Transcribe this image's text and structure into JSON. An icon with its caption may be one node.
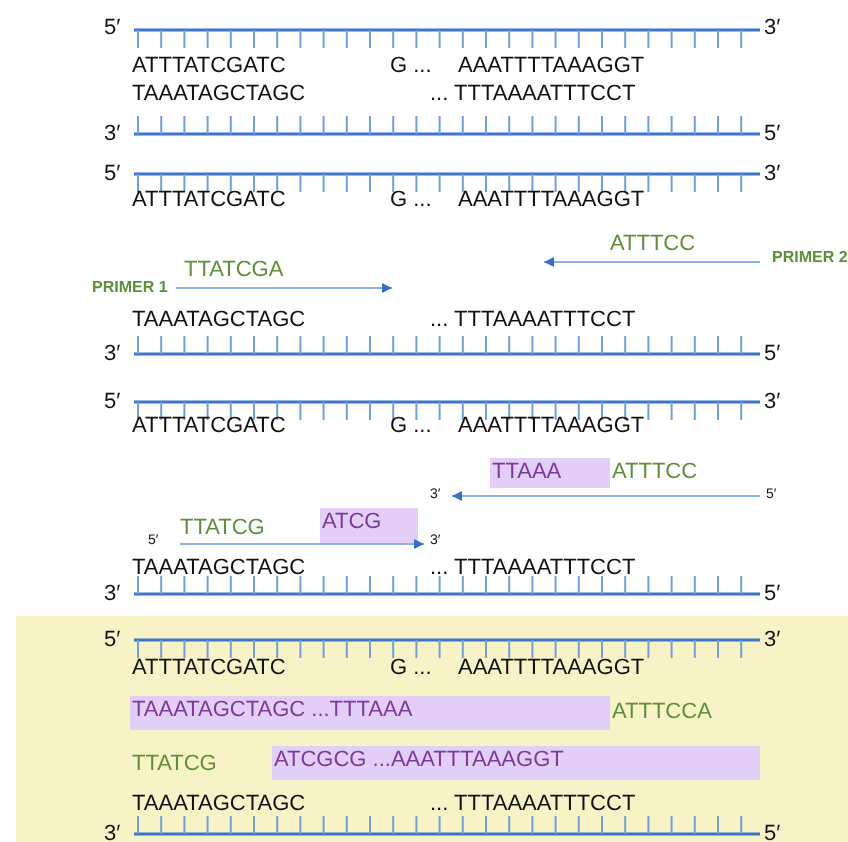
{
  "diagram": {
    "nodes": [
      {
        "text": [],
        "shape": "box"
      },
      {
        "text": [
          "TTAAA"
        ]
      },
      {
        "text": [
          "ATCG"
        ]
      },
      {
        "text": [
          "TAAATAGCTAGC ...TTTAAA"
        ],
        "in": 0
      },
      {
        "text": [
          "ATCGCG ...AAATTTAAAGGT"
        ],
        "in": 0
      }
    ],
    "labels": [
      "5′",
      "3′",
      "ATTTATCGATC",
      "G ...",
      "AAATTTTAAAGGT",
      "TAAATAGCTAGC",
      "... TTTAAAATTTCCT",
      "3′",
      "5′",
      "5′",
      "3′",
      "ATTTATCGATC",
      "G ...",
      "AAATTTTAAAGGT",
      "ATTTCC",
      "PRIMER 2",
      "TTATCGA",
      "PRIMER 1",
      "TAAATAGCTAGC",
      "... TTTAAAATTTCCT",
      "3′",
      "5′",
      "5′",
      "3′",
      "ATTTATCGATC",
      "G ...",
      "AAATTTTAAAGGT",
      "ATTTCC",
      "3′",
      "5′",
      "TTATCG",
      "5′",
      "3′",
      "TAAATAGCTAGC",
      "... TTTAAAATTTCCT",
      "3′",
      "5′",
      "5′",
      "3′",
      "ATTTATCGATC",
      "G ...",
      "AAATTTTAAAGGT",
      "ATTTCCA",
      "TTATCG",
      "TAAATAGCTAGC",
      "... TTTAAAATTTCCT",
      "3′",
      "5′"
    ]
  }
}
